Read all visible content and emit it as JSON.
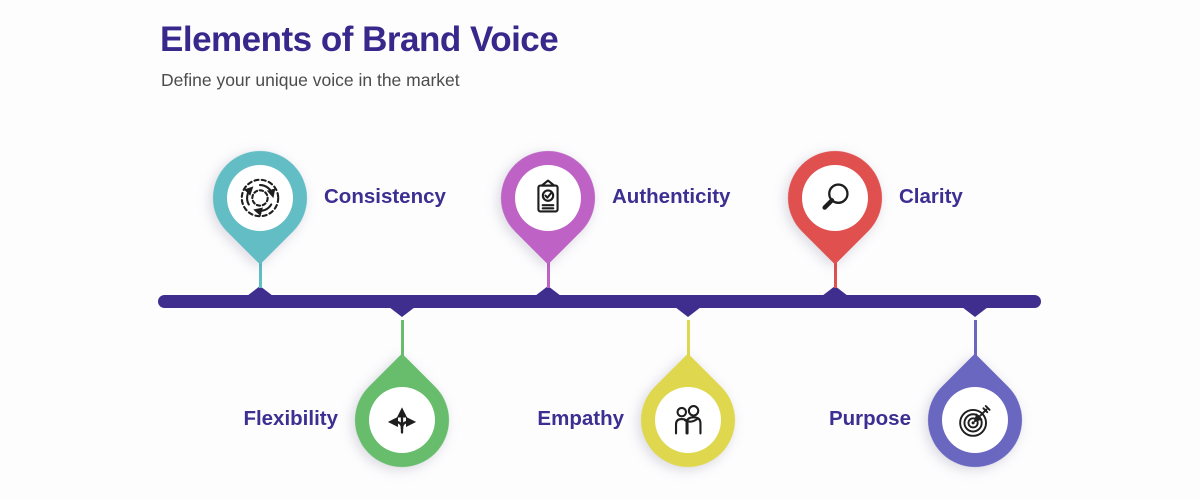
{
  "header": {
    "title": "Elements of Brand Voice",
    "subtitle": "Define your unique voice in the market"
  },
  "colors": {
    "background": "#FDFDFE",
    "title": "#38288C",
    "subtitle": "#4C4C4C",
    "label": "#3D2F92",
    "bar": "#3F2E8E"
  },
  "items": [
    {
      "label": "Consistency",
      "color": "#62BDC5",
      "icon": "cycle-icon",
      "side": "top"
    },
    {
      "label": "Authenticity",
      "color": "#BE63C5",
      "icon": "clipboard-check-icon",
      "side": "top"
    },
    {
      "label": "Clarity",
      "color": "#E0504F",
      "icon": "magnifier-icon",
      "side": "top"
    },
    {
      "label": "Flexibility",
      "color": "#67BD6C",
      "icon": "branch-arrows-icon",
      "side": "bottom"
    },
    {
      "label": "Empathy",
      "color": "#DFD84E",
      "icon": "people-hug-icon",
      "side": "bottom"
    },
    {
      "label": "Purpose",
      "color": "#6A67C1",
      "icon": "target-dart-icon",
      "side": "bottom"
    }
  ]
}
